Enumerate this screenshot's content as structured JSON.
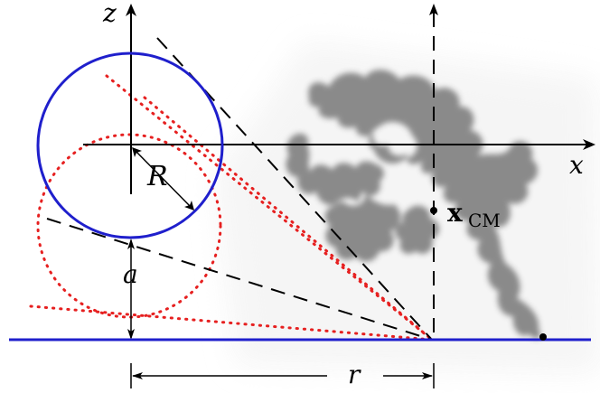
{
  "labels": {
    "z_axis": "z",
    "x_axis": "x",
    "radius": "R",
    "height": "a",
    "distance": "r",
    "center_of_mass_bold": "x",
    "center_of_mass_sub": "CM"
  },
  "colors": {
    "sphere": "#1f1fcc",
    "wall": "#1f1fcc",
    "dotted_lines": "#e62020",
    "dashed_lines": "#000000",
    "polymer": "#7f7f7f",
    "background_patch": "#f4f4f4"
  }
}
